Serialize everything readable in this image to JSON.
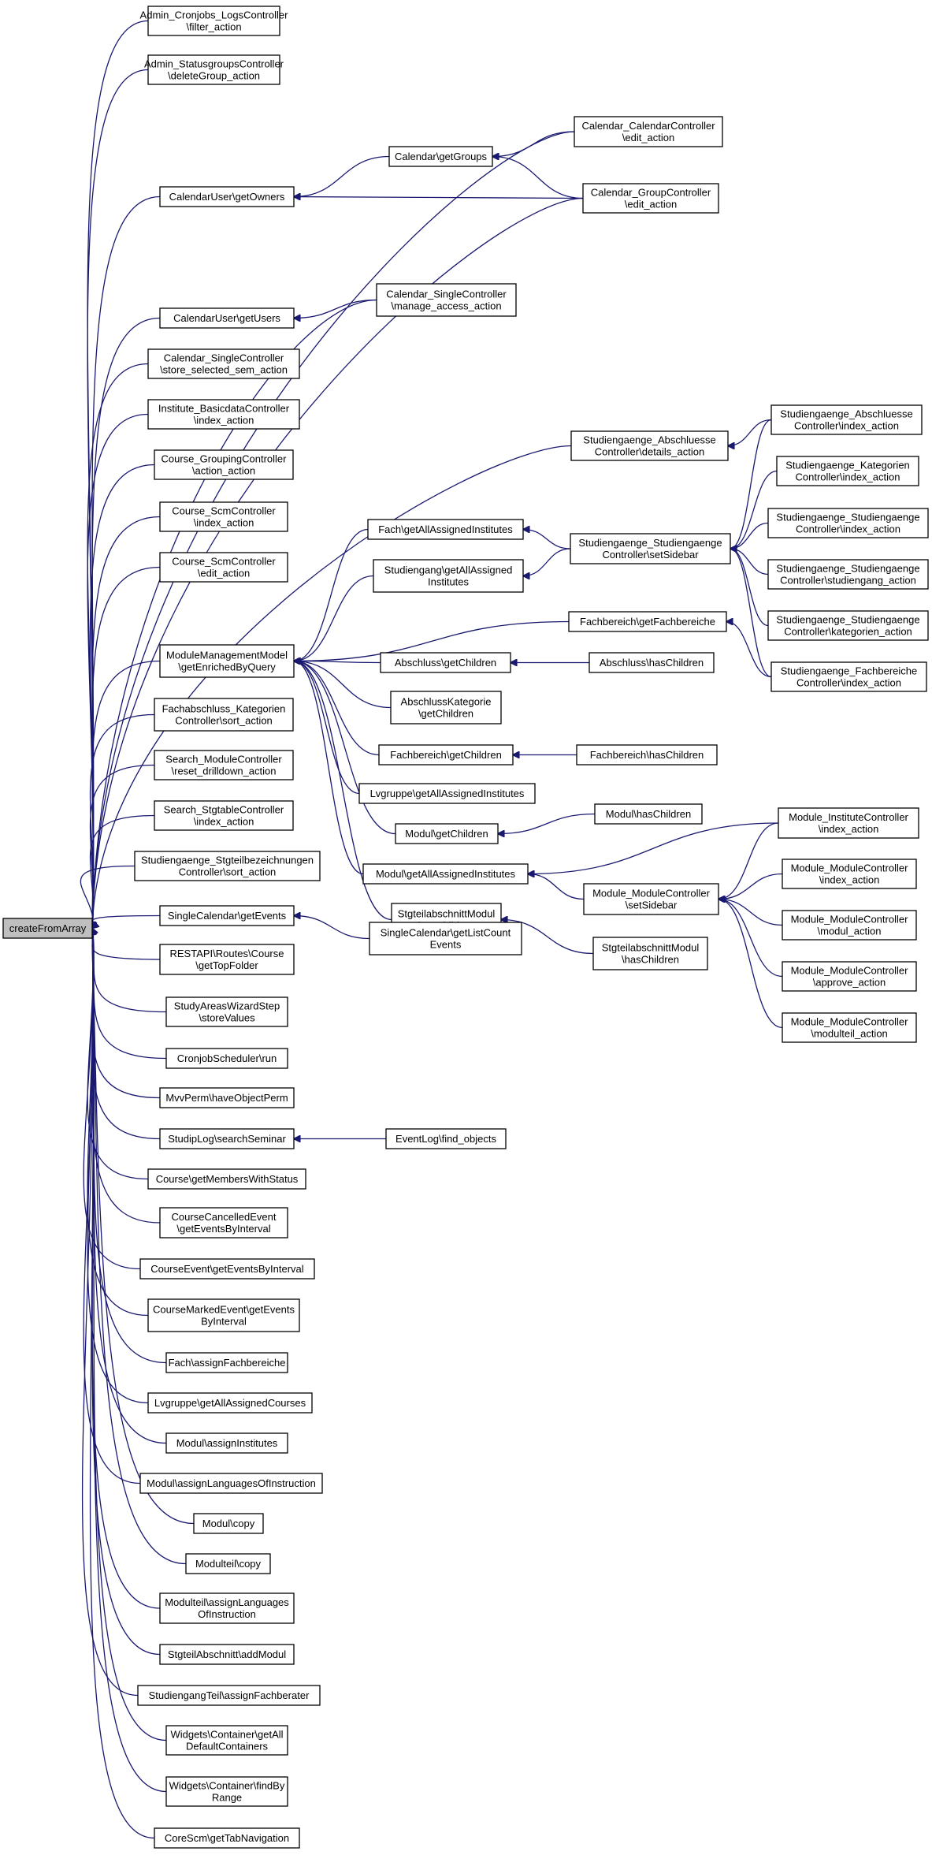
{
  "root": {
    "label": "createFromArray"
  },
  "nodes": [
    {
      "id": "admin_cronjobs",
      "lines": [
        "Admin_Cronjobs_LogsController",
        "\\filter_action"
      ]
    },
    {
      "id": "admin_statusgroups",
      "lines": [
        "Admin_StatusgroupsController",
        "\\deleteGroup_action"
      ]
    },
    {
      "id": "calendaruser_getowners",
      "lines": [
        "CalendarUser\\getOwners"
      ]
    },
    {
      "id": "calendaruser_getusers",
      "lines": [
        "CalendarUser\\getUsers"
      ]
    },
    {
      "id": "calendar_single_store",
      "lines": [
        "Calendar_SingleController",
        "\\store_selected_sem_action"
      ]
    },
    {
      "id": "institute_basicdata",
      "lines": [
        "Institute_BasicdataController",
        "\\index_action"
      ]
    },
    {
      "id": "course_grouping",
      "lines": [
        "Course_GroupingController",
        "\\action_action"
      ]
    },
    {
      "id": "course_scm_index",
      "lines": [
        "Course_ScmController",
        "\\index_action"
      ]
    },
    {
      "id": "course_scm_edit",
      "lines": [
        "Course_ScmController",
        "\\edit_action"
      ]
    },
    {
      "id": "mmm_getenriched",
      "lines": [
        "ModuleManagementModel",
        "\\getEnrichedByQuery"
      ]
    },
    {
      "id": "fachabschluss_kategorien",
      "lines": [
        "Fachabschluss_Kategorien",
        "Controller\\sort_action"
      ]
    },
    {
      "id": "search_module",
      "lines": [
        "Search_ModuleController",
        "\\reset_drilldown_action"
      ]
    },
    {
      "id": "search_stgtable",
      "lines": [
        "Search_StgtableController",
        "\\index_action"
      ]
    },
    {
      "id": "stg_stgteilbez",
      "lines": [
        "Studiengaenge_Stgteilbezeichnungen",
        "Controller\\sort_action"
      ]
    },
    {
      "id": "singlecal_getevents",
      "lines": [
        "SingleCalendar\\getEvents"
      ]
    },
    {
      "id": "restapi_course",
      "lines": [
        "RESTAPI\\Routes\\Course",
        "\\getTopFolder"
      ]
    },
    {
      "id": "studyareas_wizard",
      "lines": [
        "StudyAreasWizardStep",
        "\\storeValues"
      ]
    },
    {
      "id": "cronjob_run",
      "lines": [
        "CronjobScheduler\\run"
      ]
    },
    {
      "id": "mvvperm",
      "lines": [
        "MvvPerm\\haveObjectPerm"
      ]
    },
    {
      "id": "studiplog",
      "lines": [
        "StudipLog\\searchSeminar"
      ]
    },
    {
      "id": "course_getmembers",
      "lines": [
        "Course\\getMembersWithStatus"
      ]
    },
    {
      "id": "coursecancelled",
      "lines": [
        "CourseCancelledEvent",
        "\\getEventsByInterval"
      ]
    },
    {
      "id": "courseevent",
      "lines": [
        "CourseEvent\\getEventsByInterval"
      ]
    },
    {
      "id": "coursemarked",
      "lines": [
        "CourseMarkedEvent\\getEvents",
        "ByInterval"
      ]
    },
    {
      "id": "fach_assignfb",
      "lines": [
        "Fach\\assignFachbereiche"
      ]
    },
    {
      "id": "lvgruppe_getcourses",
      "lines": [
        "Lvgruppe\\getAllAssignedCourses"
      ]
    },
    {
      "id": "modul_assigninst",
      "lines": [
        "Modul\\assignInstitutes"
      ]
    },
    {
      "id": "modul_assignlang",
      "lines": [
        "Modul\\assignLanguagesOfInstruction"
      ]
    },
    {
      "id": "modul_copy",
      "lines": [
        "Modul\\copy"
      ]
    },
    {
      "id": "modulteil_copy",
      "lines": [
        "Modulteil\\copy"
      ]
    },
    {
      "id": "modulteil_assignlang",
      "lines": [
        "Modulteil\\assignLanguages",
        "OfInstruction"
      ]
    },
    {
      "id": "stgteilabschnitt_addmodul",
      "lines": [
        "StgteilAbschnitt\\addModul"
      ]
    },
    {
      "id": "studiengangteil_assign",
      "lines": [
        "StudiengangTeil\\assignFachberater"
      ]
    },
    {
      "id": "widgets_getall",
      "lines": [
        "Widgets\\Container\\getAll",
        "DefaultContainers"
      ]
    },
    {
      "id": "widgets_findby",
      "lines": [
        "Widgets\\Container\\findBy",
        "Range"
      ]
    },
    {
      "id": "corescm",
      "lines": [
        "CoreScm\\getTabNavigation"
      ]
    },
    {
      "id": "calendar_getgroups",
      "lines": [
        "Calendar\\getGroups"
      ]
    },
    {
      "id": "calendar_single_manage",
      "lines": [
        "Calendar_SingleController",
        "\\manage_access_action"
      ]
    },
    {
      "id": "fach_getallinst",
      "lines": [
        "Fach\\getAllAssignedInstitutes"
      ]
    },
    {
      "id": "studiengang_getallinst",
      "lines": [
        "Studiengang\\getAllAssigned",
        "Institutes"
      ]
    },
    {
      "id": "abschluss_getchildren",
      "lines": [
        "Abschluss\\getChildren"
      ]
    },
    {
      "id": "abschlusskat_getchildren",
      "lines": [
        "AbschlussKategorie",
        "\\getChildren"
      ]
    },
    {
      "id": "fachbereich_getchildren",
      "lines": [
        "Fachbereich\\getChildren"
      ]
    },
    {
      "id": "lvgruppe_getinst",
      "lines": [
        "Lvgruppe\\getAllAssignedInstitutes"
      ]
    },
    {
      "id": "modul_getchildren",
      "lines": [
        "Modul\\getChildren"
      ]
    },
    {
      "id": "modul_getinst",
      "lines": [
        "Modul\\getAllAssignedInstitutes"
      ]
    },
    {
      "id": "stgteilabschnittmodul_getchildren",
      "lines": [
        "StgteilabschnittModul",
        "\\getChildren"
      ]
    },
    {
      "id": "singlecal_getlistcount",
      "lines": [
        "SingleCalendar\\getListCount",
        "Events"
      ]
    },
    {
      "id": "eventlog_find",
      "lines": [
        "EventLog\\find_objects"
      ]
    },
    {
      "id": "calendar_calendarctrl_edit",
      "lines": [
        "Calendar_CalendarController",
        "\\edit_action"
      ]
    },
    {
      "id": "calendar_groupctrl_edit",
      "lines": [
        "Calendar_GroupController",
        "\\edit_action"
      ]
    },
    {
      "id": "stg_abschluesse_details",
      "lines": [
        "Studiengaenge_Abschluesse",
        "Controller\\details_action"
      ]
    },
    {
      "id": "stg_stg_setsidebar",
      "lines": [
        "Studiengaenge_Studiengaenge",
        "Controller\\setSidebar"
      ]
    },
    {
      "id": "fachbereich_getfb",
      "lines": [
        "Fachbereich\\getFachbereiche"
      ]
    },
    {
      "id": "abschluss_haschildren",
      "lines": [
        "Abschluss\\hasChildren"
      ]
    },
    {
      "id": "fachbereich_haschildren",
      "lines": [
        "Fachbereich\\hasChildren"
      ]
    },
    {
      "id": "modul_haschildren",
      "lines": [
        "Modul\\hasChildren"
      ]
    },
    {
      "id": "module_module_setsidebar",
      "lines": [
        "Module_ModuleController",
        "\\setSidebar"
      ]
    },
    {
      "id": "stgteilabschnittmodul_haschildren",
      "lines": [
        "StgteilabschnittModul",
        "\\hasChildren"
      ]
    },
    {
      "id": "stg_abschluesse_index",
      "lines": [
        "Studiengaenge_Abschluesse",
        "Controller\\index_action"
      ]
    },
    {
      "id": "stg_kategorien_index",
      "lines": [
        "Studiengaenge_Kategorien",
        "Controller\\index_action"
      ]
    },
    {
      "id": "stg_stg_index",
      "lines": [
        "Studiengaenge_Studiengaenge",
        "Controller\\index_action"
      ]
    },
    {
      "id": "stg_stg_studiengang",
      "lines": [
        "Studiengaenge_Studiengaenge",
        "Controller\\studiengang_action"
      ]
    },
    {
      "id": "stg_stg_kategorien",
      "lines": [
        "Studiengaenge_Studiengaenge",
        "Controller\\kategorien_action"
      ]
    },
    {
      "id": "stg_fachbereiche_index",
      "lines": [
        "Studiengaenge_Fachbereiche",
        "Controller\\index_action"
      ]
    },
    {
      "id": "module_institute_index",
      "lines": [
        "Module_InstituteController",
        "\\index_action"
      ]
    },
    {
      "id": "module_module_index",
      "lines": [
        "Module_ModuleController",
        "\\index_action"
      ]
    },
    {
      "id": "module_module_modul",
      "lines": [
        "Module_ModuleController",
        "\\modul_action"
      ]
    },
    {
      "id": "module_module_approve",
      "lines": [
        "Module_ModuleController",
        "\\approve_action"
      ]
    },
    {
      "id": "module_module_modulteil",
      "lines": [
        "Module_ModuleController",
        "\\modulteil_action"
      ]
    }
  ],
  "edges": [
    [
      "admin_cronjobs",
      "root"
    ],
    [
      "admin_statusgroups",
      "root"
    ],
    [
      "calendar_calendarctrl_edit",
      "root"
    ],
    [
      "calendaruser_getowners",
      "root"
    ],
    [
      "calendar_groupctrl_edit",
      "root"
    ],
    [
      "calendar_single_manage",
      "root"
    ],
    [
      "calendaruser_getusers",
      "root"
    ],
    [
      "calendar_single_store",
      "root"
    ],
    [
      "institute_basicdata",
      "root"
    ],
    [
      "course_grouping",
      "root"
    ],
    [
      "course_scm_index",
      "root"
    ],
    [
      "course_scm_edit",
      "root"
    ],
    [
      "stg_abschluesse_details",
      "root"
    ],
    [
      "mmm_getenriched",
      "root"
    ],
    [
      "fachabschluss_kategorien",
      "root"
    ],
    [
      "search_module",
      "root"
    ],
    [
      "search_stgtable",
      "root"
    ],
    [
      "stg_stgteilbez",
      "root"
    ],
    [
      "singlecal_getevents",
      "root"
    ],
    [
      "restapi_course",
      "root"
    ],
    [
      "studyareas_wizard",
      "root"
    ],
    [
      "cronjob_run",
      "root"
    ],
    [
      "mvvperm",
      "root"
    ],
    [
      "studiplog",
      "root"
    ],
    [
      "course_getmembers",
      "root"
    ],
    [
      "coursecancelled",
      "root"
    ],
    [
      "courseevent",
      "root"
    ],
    [
      "coursemarked",
      "root"
    ],
    [
      "fach_assignfb",
      "root"
    ],
    [
      "lvgruppe_getcourses",
      "root"
    ],
    [
      "modul_assigninst",
      "root"
    ],
    [
      "modul_assignlang",
      "root"
    ],
    [
      "modul_copy",
      "root"
    ],
    [
      "modulteil_copy",
      "root"
    ],
    [
      "modulteil_assignlang",
      "root"
    ],
    [
      "stgteilabschnitt_addmodul",
      "root"
    ],
    [
      "studiengangteil_assign",
      "root"
    ],
    [
      "widgets_getall",
      "root"
    ],
    [
      "widgets_findby",
      "root"
    ],
    [
      "corescm",
      "root"
    ],
    [
      "calendar_getgroups",
      "calendaruser_getowners"
    ],
    [
      "calendar_groupctrl_edit",
      "calendaruser_getowners"
    ],
    [
      "calendar_calendarctrl_edit",
      "calendar_getgroups"
    ],
    [
      "calendar_groupctrl_edit",
      "calendar_getgroups"
    ],
    [
      "calendar_single_manage",
      "calendaruser_getusers"
    ],
    [
      "fach_getallinst",
      "mmm_getenriched"
    ],
    [
      "studiengang_getallinst",
      "mmm_getenriched"
    ],
    [
      "fachbereich_getfb",
      "mmm_getenriched"
    ],
    [
      "abschluss_getchildren",
      "mmm_getenriched"
    ],
    [
      "abschlusskat_getchildren",
      "mmm_getenriched"
    ],
    [
      "fachbereich_getchildren",
      "mmm_getenriched"
    ],
    [
      "lvgruppe_getinst",
      "mmm_getenriched"
    ],
    [
      "modul_getchildren",
      "mmm_getenriched"
    ],
    [
      "modul_getinst",
      "mmm_getenriched"
    ],
    [
      "stgteilabschnittmodul_getchildren",
      "mmm_getenriched"
    ],
    [
      "stg_stg_setsidebar",
      "fach_getallinst"
    ],
    [
      "stg_stg_setsidebar",
      "studiengang_getallinst"
    ],
    [
      "abschluss_haschildren",
      "abschluss_getchildren"
    ],
    [
      "fachbereich_haschildren",
      "fachbereich_getchildren"
    ],
    [
      "modul_haschildren",
      "modul_getchildren"
    ],
    [
      "module_module_setsidebar",
      "modul_getinst"
    ],
    [
      "module_institute_index",
      "modul_getinst"
    ],
    [
      "stgteilabschnittmodul_haschildren",
      "stgteilabschnittmodul_getchildren"
    ],
    [
      "singlecal_getlistcount",
      "singlecal_getevents"
    ],
    [
      "eventlog_find",
      "studiplog"
    ],
    [
      "stg_abschluesse_index",
      "stg_abschluesse_details"
    ],
    [
      "stg_fachbereiche_index",
      "fachbereich_getfb"
    ],
    [
      "stg_abschluesse_index",
      "stg_stg_setsidebar"
    ],
    [
      "stg_kategorien_index",
      "stg_stg_setsidebar"
    ],
    [
      "stg_stg_index",
      "stg_stg_setsidebar"
    ],
    [
      "stg_stg_studiengang",
      "stg_stg_setsidebar"
    ],
    [
      "stg_stg_kategorien",
      "stg_stg_setsidebar"
    ],
    [
      "stg_fachbereiche_index",
      "stg_stg_setsidebar"
    ],
    [
      "module_institute_index",
      "module_module_setsidebar"
    ],
    [
      "module_module_index",
      "module_module_setsidebar"
    ],
    [
      "module_module_modul",
      "module_module_setsidebar"
    ],
    [
      "module_module_approve",
      "module_module_setsidebar"
    ],
    [
      "module_module_modulteil",
      "module_module_setsidebar"
    ]
  ]
}
